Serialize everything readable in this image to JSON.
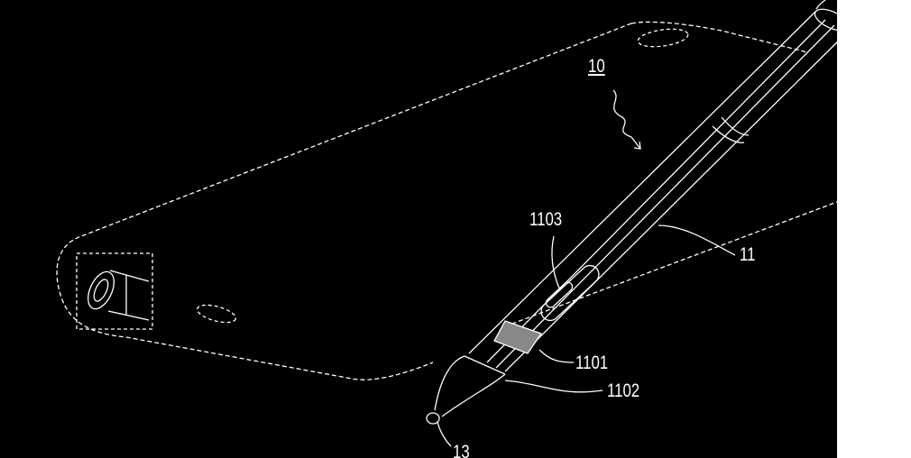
{
  "figure": {
    "background_color": "#000000",
    "line_color": "#ffffff",
    "margin_color": "#ffffff",
    "labels": {
      "device": "10",
      "pen": "11",
      "button": "1103",
      "grip_band": "1101",
      "tip_ring": "1102",
      "tip": "13"
    }
  }
}
